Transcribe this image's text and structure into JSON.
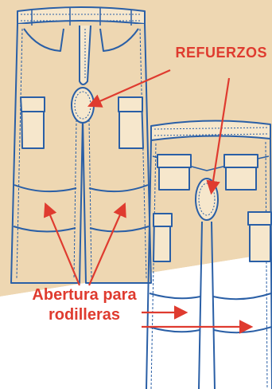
{
  "colors": {
    "background_tan": "#eed7b2",
    "background_white": "#ffffff",
    "garment_outline": "#2a5fa6",
    "annotation_red": "#df3b2f"
  },
  "labels": {
    "refuerzos": "REFUERZOS",
    "abertura_line1": "Abertura para",
    "abertura_line2": "rodilleras"
  }
}
